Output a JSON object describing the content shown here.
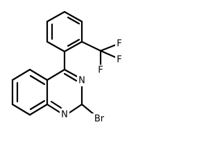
{
  "molecule": {
    "atoms": [
      {
        "id": "n3",
        "label": "N"
      },
      {
        "id": "n1",
        "label": "N"
      },
      {
        "id": "br",
        "label": "Br"
      },
      {
        "id": "f1",
        "label": "F"
      },
      {
        "id": "f2",
        "label": "F"
      },
      {
        "id": "f3",
        "label": "F"
      }
    ]
  }
}
